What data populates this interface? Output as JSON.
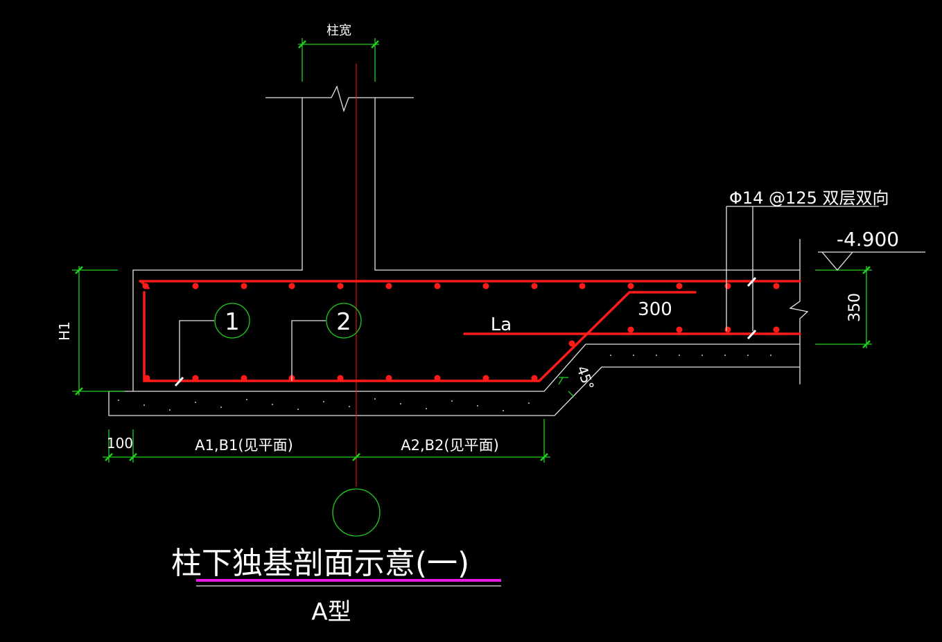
{
  "title": "柱下独基剖面示意(一)",
  "subtitle": "A型",
  "dimensions": {
    "column_width": "柱宽",
    "height": "H1",
    "offset": "100",
    "left_span": "A1,B1(见平面)",
    "right_span": "A2,B2(见平面)",
    "slab_thickness": "350",
    "bend_length": "300",
    "anchor_length": "La",
    "angle": "45°"
  },
  "annotations": {
    "rebar_spec": "Φ14 @125 双层双向",
    "elevation": "-4.900"
  },
  "markers": {
    "bar_1": "1",
    "bar_2": "2",
    "axis_bubble": ""
  },
  "colors": {
    "background": "#000000",
    "outline": "#e6e6e6",
    "dimension": "#1fd11f",
    "rebar": "#ff1a1a",
    "title_underline": "#e619e6"
  }
}
